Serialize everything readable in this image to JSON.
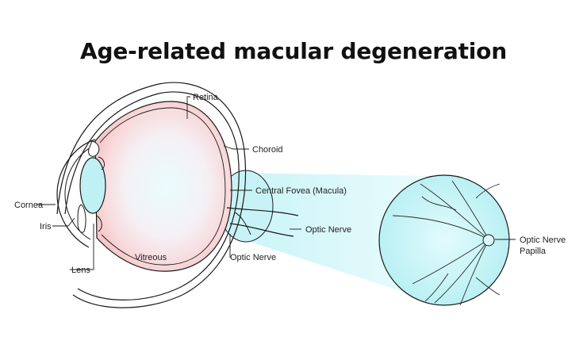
{
  "title": "Age-related macular degeneration",
  "labels": {
    "retina": "Retina",
    "choroid": "Choroid",
    "central_fovea": "Central Fovea (Macula)",
    "optic_nerve_right": "Optic Nerve",
    "optic_nerve_bottom": "Optic Nerve",
    "cornea": "Cornea",
    "iris": "Iris",
    "lens": "Lens",
    "vitreous": "Vitreous",
    "papilla_line1": "Optic Nerve",
    "papilla_line2": "Papilla"
  },
  "colors": {
    "retina_fill": "#f7cfd0",
    "vitreous_fill": "#e7fbfc",
    "lens_fill": "#bff0f3",
    "fundus_fill": "#c8f4f6",
    "beam_fill": "#dcf9fb",
    "outline": "#1a1a1a"
  }
}
